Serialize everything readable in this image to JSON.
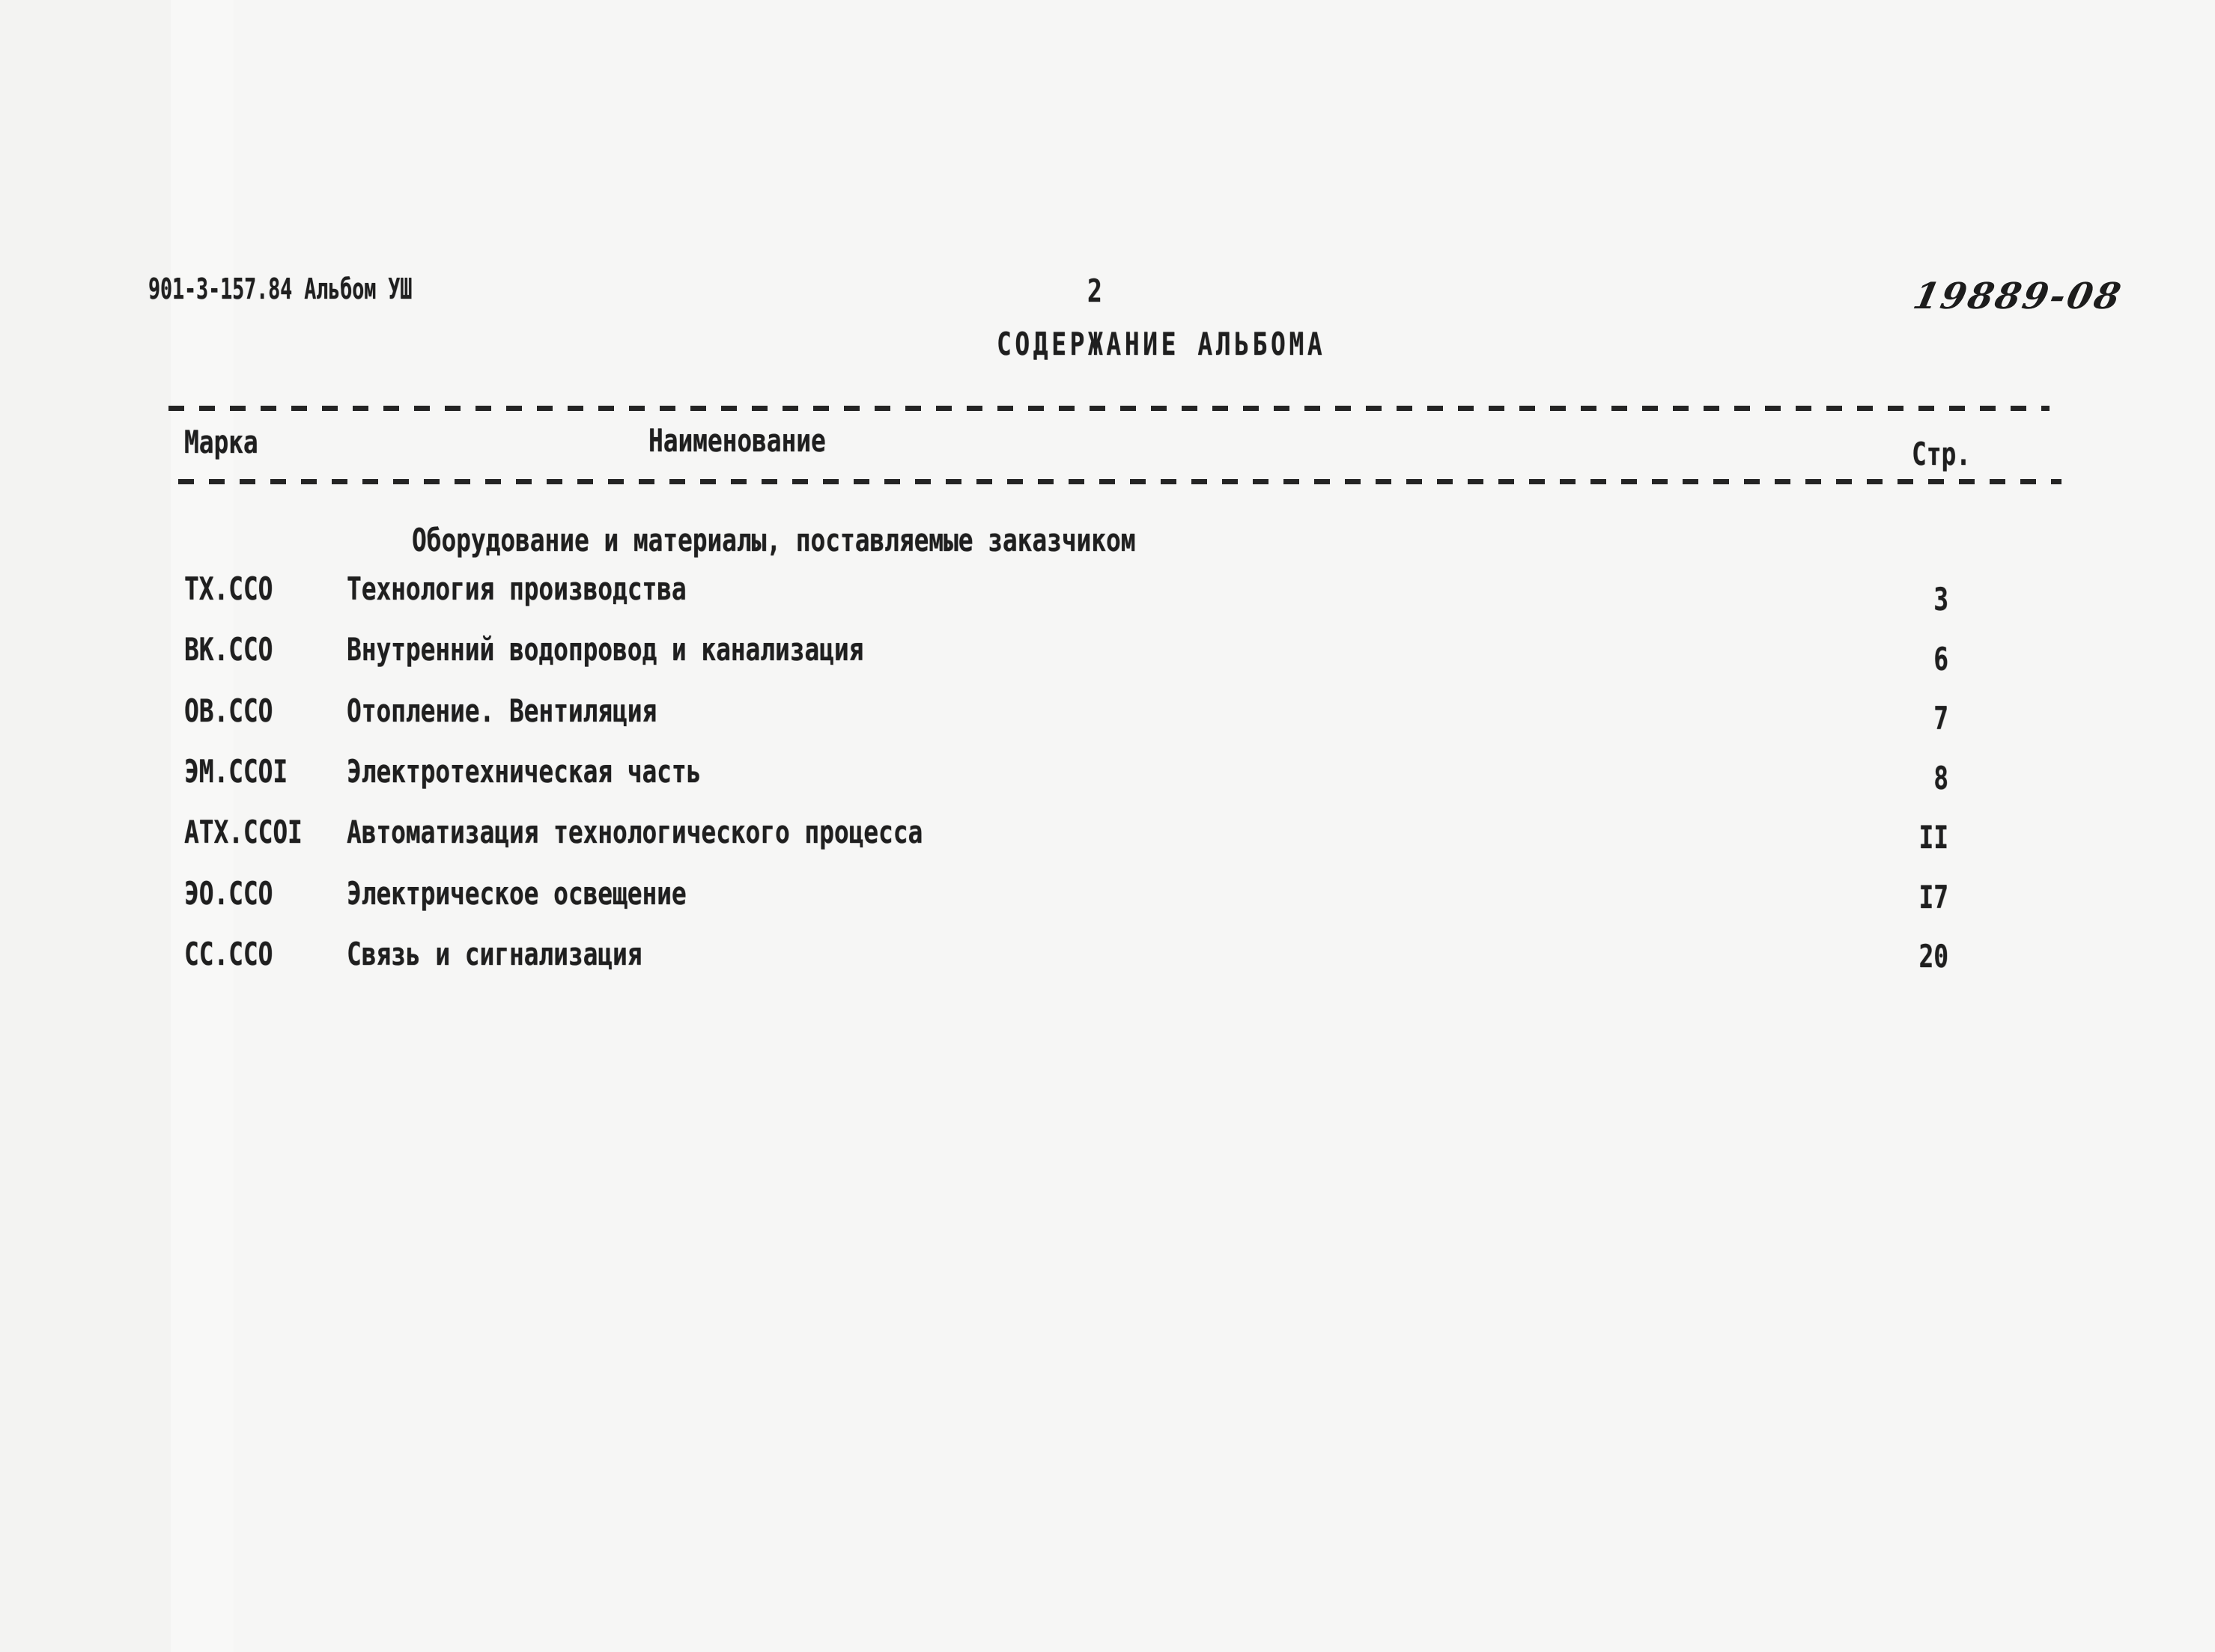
{
  "header": {
    "doc_code": "901-3-157.84 Альбом УШ",
    "sheet_number": "2",
    "handwritten_number": "19889-08"
  },
  "title": "СОДЕРЖАНИЕ АЛЬБОМА",
  "table": {
    "columns": {
      "mark": "Марка",
      "name": "Наименование",
      "page": "Стр."
    },
    "section_heading": "Оборудование и материалы, поставляемые заказчиком",
    "rows": [
      {
        "mark": "ТХ.ССО",
        "name": "Технология производства",
        "page": "3"
      },
      {
        "mark": "ВК.ССО",
        "name": "Внутренний водопровод и канализация",
        "page": "6"
      },
      {
        "mark": "ОВ.ССО",
        "name": "Отопление. Вентиляция",
        "page": "7"
      },
      {
        "mark": "ЭМ.ССОI",
        "name": "Электротехническая часть",
        "page": "8"
      },
      {
        "mark": "АТХ.ССОI",
        "name": "Автоматизация технологического процесса",
        "page": "II"
      },
      {
        "mark": "ЭО.ССО",
        "name": "Электрическое освещение",
        "page": "I7"
      },
      {
        "mark": "СС.ССО",
        "name": "Связь и сигнализация",
        "page": "20"
      }
    ]
  },
  "colors": {
    "ink": "#1f1f1f",
    "paper": "#f6f6f5"
  }
}
